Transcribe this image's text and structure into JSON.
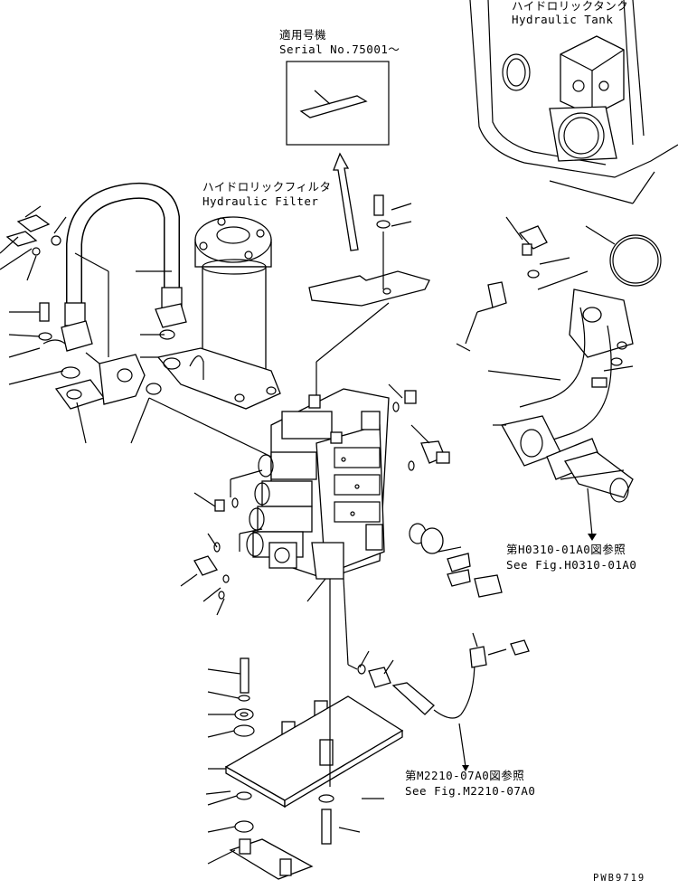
{
  "labels": {
    "serial_ja": "適用号機",
    "serial_en": "Serial No.75001～",
    "tank_ja": "ハイドロリックタンク",
    "tank_en": "Hydraulic Tank",
    "filter_ja": "ハイドロリックフィルタ",
    "filter_en": "Hydraulic Filter",
    "ref1_ja": "第H0310-01A0図参照",
    "ref1_en": "See Fig.H0310-01A0",
    "ref2_ja": "第M2210-07A0図参照",
    "ref2_en": "See Fig.M2210-07A0",
    "drawing_no": "PWB9719"
  },
  "colors": {
    "ink": "#000000",
    "paper": "#ffffff"
  }
}
